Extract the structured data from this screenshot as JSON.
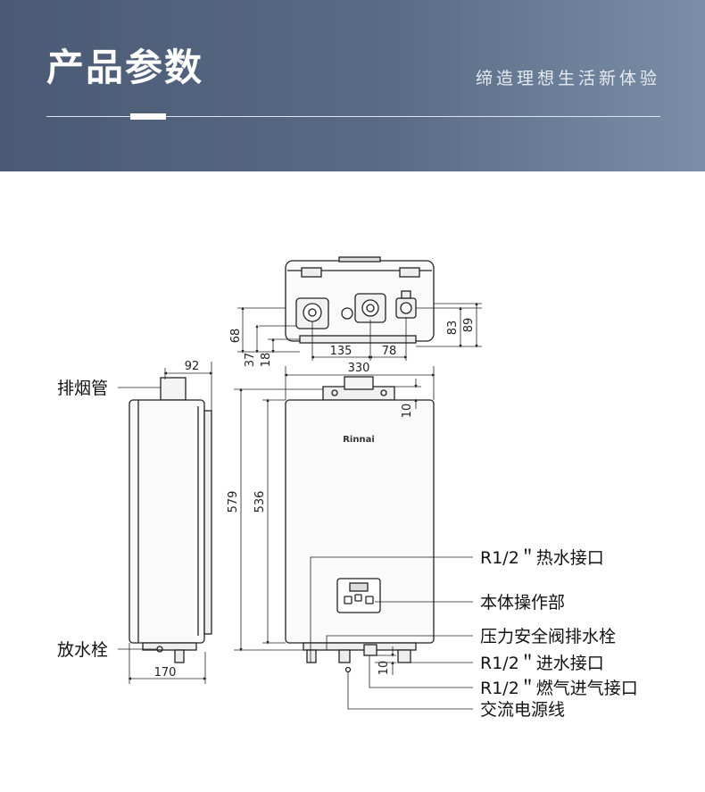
{
  "header": {
    "title": "产品参数",
    "subtitle": "缔造理想生活新体验"
  },
  "diagram": {
    "brand_label": "Rinnai",
    "dimensions": {
      "top_68": "68",
      "top_37": "37",
      "top_18": "18",
      "top_135": "135",
      "top_78": "78",
      "top_83": "83",
      "top_89": "89",
      "side_92": "92",
      "side_170": "170",
      "front_330": "330",
      "front_10_top": "10",
      "front_579": "579",
      "front_536": "536",
      "front_10_bottom": "10"
    },
    "callouts": {
      "flue_pipe": "排烟管",
      "drain_plug": "放水栓",
      "hot_water_outlet": "R1/2＂热水接口",
      "control_panel": "本体操作部",
      "relief_valve_drain": "压力安全阀排水栓",
      "water_inlet": "R1/2＂进水接口",
      "gas_inlet": "R1/2＂燃气进气接口",
      "power_cord": "交流电源线"
    }
  }
}
